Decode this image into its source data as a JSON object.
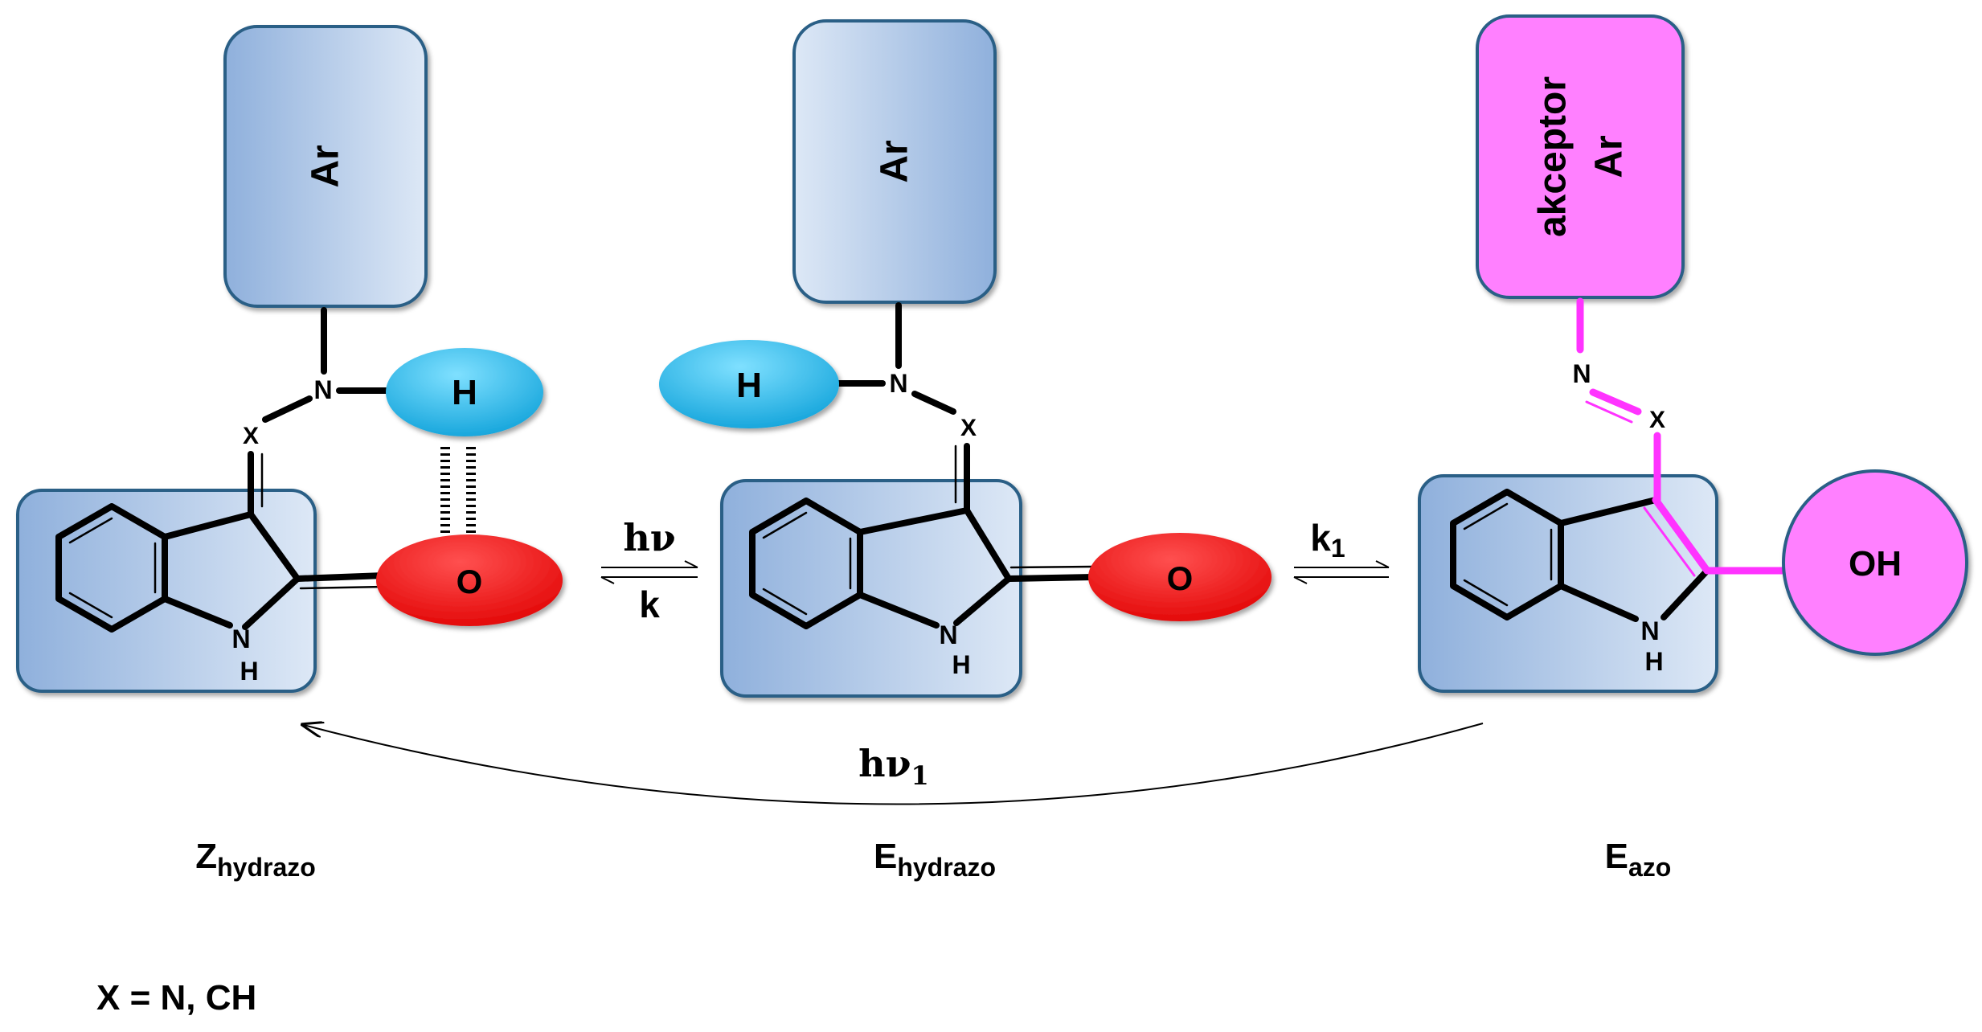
{
  "colors": {
    "box_blue_light": "#d9e5f4",
    "box_blue_dark": "#8fb0dc",
    "box_border": "#2b5f86",
    "hydrogen_cyan": "#20b4e8",
    "oxygen_red": "#ee1111",
    "acceptor_magenta": "#ff80ff",
    "azo_bond_magenta": "#ff33ff"
  },
  "structures": [
    {
      "id": "z_hydrazo",
      "ar_label": "Ar",
      "atoms": {
        "n": "N",
        "x": "X",
        "nh_n": "N",
        "nh_h": "H"
      },
      "h_label": "H",
      "o_label": "O",
      "name_main": "Z",
      "name_sub": "hydrazo"
    },
    {
      "id": "e_hydrazo",
      "ar_label": "Ar",
      "atoms": {
        "n": "N",
        "x": "X",
        "nh_n": "N",
        "nh_h": "H"
      },
      "h_label": "H",
      "o_label": "O",
      "name_main": "E",
      "name_sub": "hydrazo"
    },
    {
      "id": "e_azo",
      "ar_label": "Ar",
      "ar_label2": "akceptor",
      "atoms": {
        "n": "N",
        "x": "X",
        "nh_n": "N",
        "nh_h": "H"
      },
      "oh_label": "OH",
      "name_main": "E",
      "name_sub": "azo"
    }
  ],
  "equilibria": [
    {
      "top": "hν",
      "bottom": "k"
    },
    {
      "top_main": "k",
      "top_sub": "1"
    }
  ],
  "return_arrow": {
    "main": "hν",
    "sub": "1"
  },
  "footnote": "X = N, CH"
}
